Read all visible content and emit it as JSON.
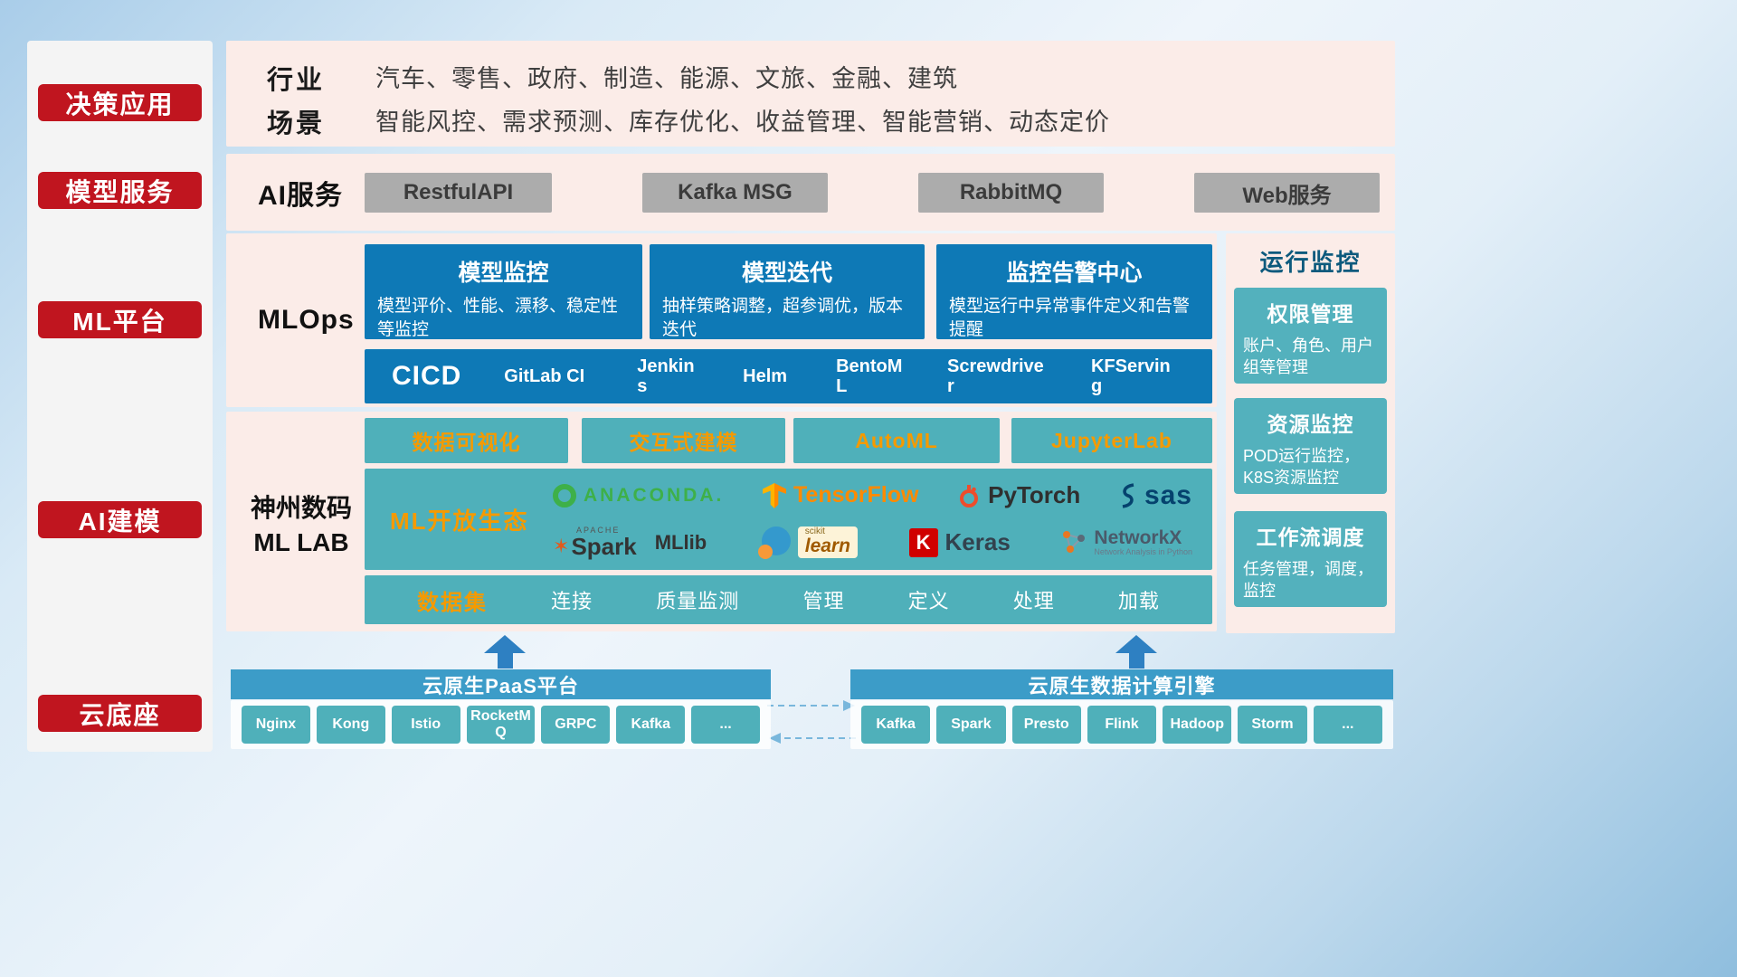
{
  "sidebar": {
    "items": [
      "决策应用",
      "模型服务",
      "ML平台",
      "AI建模",
      "云底座"
    ]
  },
  "industry": {
    "row1_label": "行业",
    "row1_text": "汽车、零售、政府、制造、能源、文旅、金融、建筑",
    "row2_label": "场景",
    "row2_text": "智能风控、需求预测、库存优化、收益管理、智能营销、动态定价"
  },
  "ai_service": {
    "label": "AI服务",
    "items": [
      "RestfulAPI",
      "Kafka MSG",
      "RabbitMQ",
      "Web服务"
    ]
  },
  "mlops": {
    "label": "MLOps",
    "cards": [
      {
        "title": "模型监控",
        "desc": "模型评价、性能、漂移、稳定性等监控"
      },
      {
        "title": "模型迭代",
        "desc": "抽样策略调整，超参调优，版本迭代"
      },
      {
        "title": "监控告警中心",
        "desc": "模型运行中异常事件定义和告警提醒"
      }
    ],
    "cicd": {
      "label": "CICD",
      "tools": [
        "GitLab CI",
        "Jenkins",
        "Helm",
        "BentoML",
        "Screwdriver",
        "KFServing"
      ]
    }
  },
  "mllab": {
    "label_line1": "神州数码",
    "label_line2": "ML LAB",
    "tools": [
      "数据可视化",
      "交互式建模",
      "AutoML",
      "JupyterLab"
    ],
    "eco_label": "ML开放生态",
    "logos": {
      "anaconda": "ANACONDA.",
      "tensorflow": "TensorFlow",
      "pytorch": "PyTorch",
      "sas": "sas",
      "apache": "APACHE",
      "spark": "Spark",
      "mllib": "MLlib",
      "scikit": "scikit",
      "learn": "learn",
      "keras_letter": "K",
      "keras": "Keras",
      "networkx": "NetworkX",
      "networkx_sub": "Network Analysis in Python",
      "spark_star": "✶"
    },
    "data_row": {
      "label": "数据集",
      "items": [
        "连接",
        "质量监测",
        "管理",
        "定义",
        "处理",
        "加载"
      ]
    }
  },
  "monitoring": {
    "title": "运行监控",
    "cards": [
      {
        "title": "权限管理",
        "desc": "账户、角色、用户组等管理"
      },
      {
        "title": "资源监控",
        "desc": "POD运行监控，K8S资源监控"
      },
      {
        "title": "工作流调度",
        "desc": "任务管理，调度，监控"
      }
    ]
  },
  "cloud": {
    "paas": {
      "title": "云原生PaaS平台",
      "items": [
        "Nginx",
        "Kong",
        "Istio",
        "RocketMQ",
        "GRPC",
        "Kafka",
        "..."
      ]
    },
    "engine": {
      "title": "云原生数据计算引擎",
      "items": [
        "Kafka",
        "Spark",
        "Presto",
        "Flink",
        "Hadoop",
        "Storm",
        "..."
      ]
    }
  },
  "colors": {
    "red": "#c0151f",
    "blue": "#0e79b6",
    "teal": "#4fb0ba",
    "orange": "#f59a00",
    "gray_button": "#acacac",
    "bar_blue": "#3c9cc8",
    "arrow_blue": "#2e80c2",
    "pink_bg": "#fbece8"
  }
}
